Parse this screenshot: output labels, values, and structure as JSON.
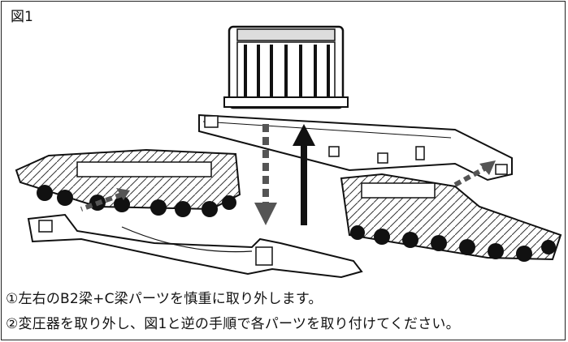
{
  "figure_label": "図1",
  "instructions": {
    "step1": "①左右のB2梁+C梁パーツを慎重に取り外します。",
    "step2": "②変圧器を取り外し、図1と逆の手順で各パーツを取り付けてください。"
  },
  "illustration": {
    "parts": [
      "transformer",
      "upper-beam",
      "lower-beam",
      "left-bogie-assembly",
      "right-bogie-assembly"
    ],
    "arrow_colors": {
      "solid": "#111111",
      "dashed": "#555555"
    }
  }
}
